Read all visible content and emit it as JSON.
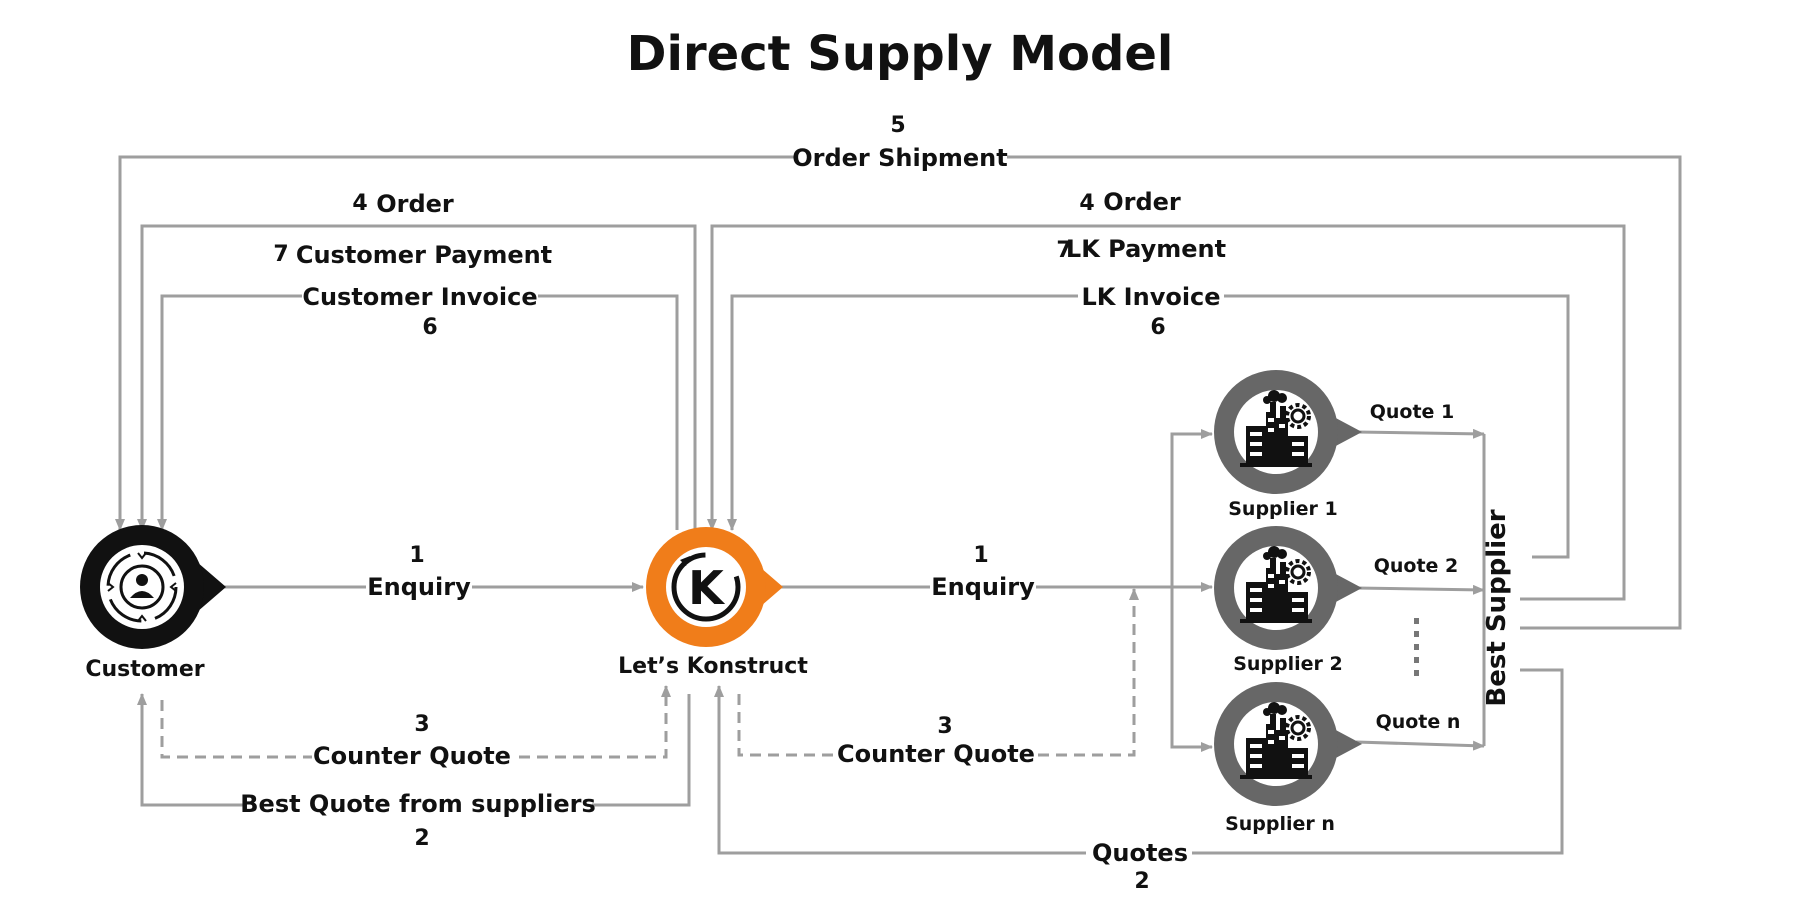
{
  "title": "Direct Supply Model",
  "nodes": {
    "customer": "Customer",
    "lk": "Let’s Konstruct",
    "supplier1": "Supplier 1",
    "supplier2": "Supplier 2",
    "suppliern": "Supplier n",
    "best": "Best Supplier",
    "lk_letter": "K"
  },
  "labels": {
    "order_shipment": "Order Shipment",
    "order_shipment_num": "5",
    "order_left": "Order",
    "order_left_num": "4",
    "customer_payment": "Customer Payment",
    "customer_payment_num": "7",
    "customer_invoice": "Customer Invoice",
    "customer_invoice_num": "6",
    "order_right": "Order",
    "order_right_num": "4",
    "lk_payment": "LK Payment",
    "lk_payment_num": "7",
    "lk_invoice": "LK Invoice",
    "lk_invoice_num": "6",
    "enquiry_left": "Enquiry",
    "enquiry_left_num": "1",
    "enquiry_right": "Enquiry",
    "enquiry_right_num": "1",
    "counter_quote_left": "Counter Quote",
    "counter_quote_left_num": "3",
    "counter_quote_right": "Counter Quote",
    "counter_quote_right_num": "3",
    "best_quote": "Best Quote from suppliers",
    "best_quote_num": "2",
    "quotes": "Quotes",
    "quotes_num": "2",
    "quote1": "Quote 1",
    "quote2": "Quote 2",
    "quoten": "Quote  n"
  },
  "colors": {
    "line": "#9e9e9e",
    "customer_ring": "#111111",
    "lk_ring": "#f07d1a",
    "supplier_ring": "#676767"
  },
  "icons": {
    "customer": "customer-cycle-icon",
    "lk": "lk-logo-icon",
    "supplier": "factory-gear-icon"
  }
}
